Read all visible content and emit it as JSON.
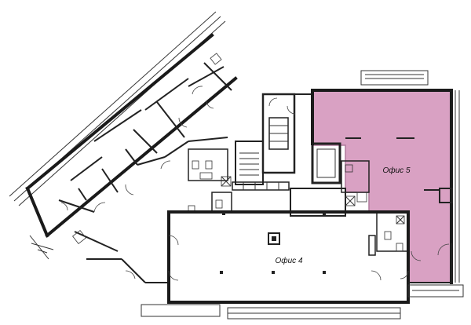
{
  "plan": {
    "rooms": [
      {
        "id": "office-5",
        "label": "Офис 5",
        "highlighted": true
      },
      {
        "id": "office-4",
        "label": "Офис 4",
        "highlighted": false
      }
    ],
    "highlight_color": "#d9a1c3",
    "highlight_stroke": "#b07a9c",
    "wall_color": "#222222"
  }
}
